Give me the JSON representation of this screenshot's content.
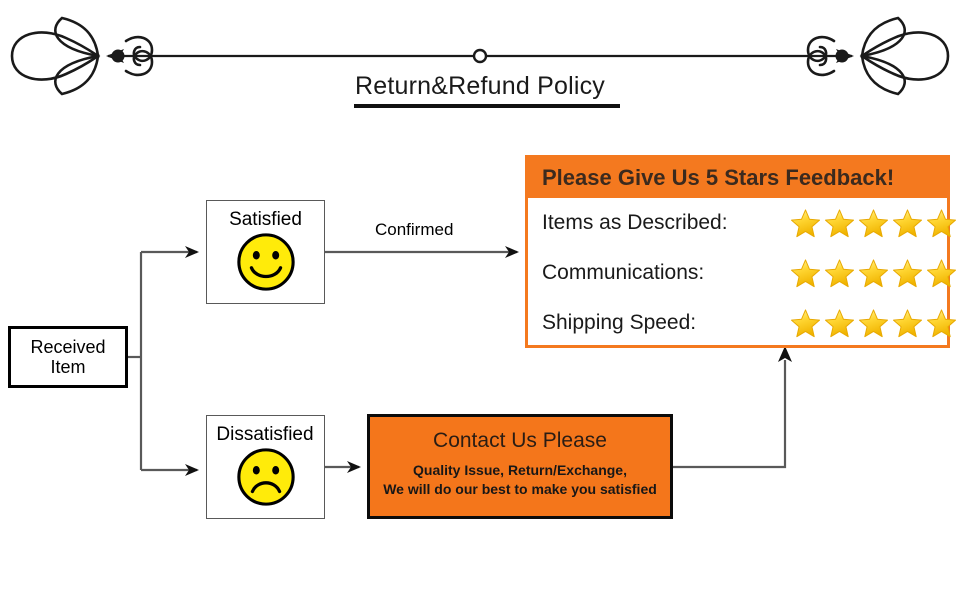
{
  "header": {
    "title": "Return&Refund Policy",
    "ornament_left": "floral-flourish-left",
    "ornament_right": "floral-flourish-right",
    "divider_center": "small-circle"
  },
  "flow": {
    "start_node": {
      "line1": "Received",
      "line2": "Item"
    },
    "branches": [
      {
        "label": "Satisfied",
        "face": "smiley-happy"
      },
      {
        "label": "Dissatisfied",
        "face": "smiley-sad"
      }
    ],
    "edge_labels": {
      "confirmed": "Confirmed"
    }
  },
  "feedback": {
    "header_title": "Please Give Us 5 Stars Feedback!",
    "rows": [
      {
        "label": "Items as Described:",
        "stars": 5
      },
      {
        "label": "Communications:",
        "stars": 5
      },
      {
        "label": "Shipping Speed:",
        "stars": 5
      }
    ]
  },
  "contact": {
    "title": "Contact Us Please",
    "line1": "Quality Issue, Return/Exchange,",
    "line2": "We will do our best to make you satisfied"
  },
  "colors": {
    "orange": "#f4791f",
    "orange_fill": "#f4761b",
    "star_gold": "#ffd633",
    "star_edge": "#e8a900",
    "face_yellow": "#ffeb0a",
    "connector": "#555555",
    "ink": "#111111"
  }
}
